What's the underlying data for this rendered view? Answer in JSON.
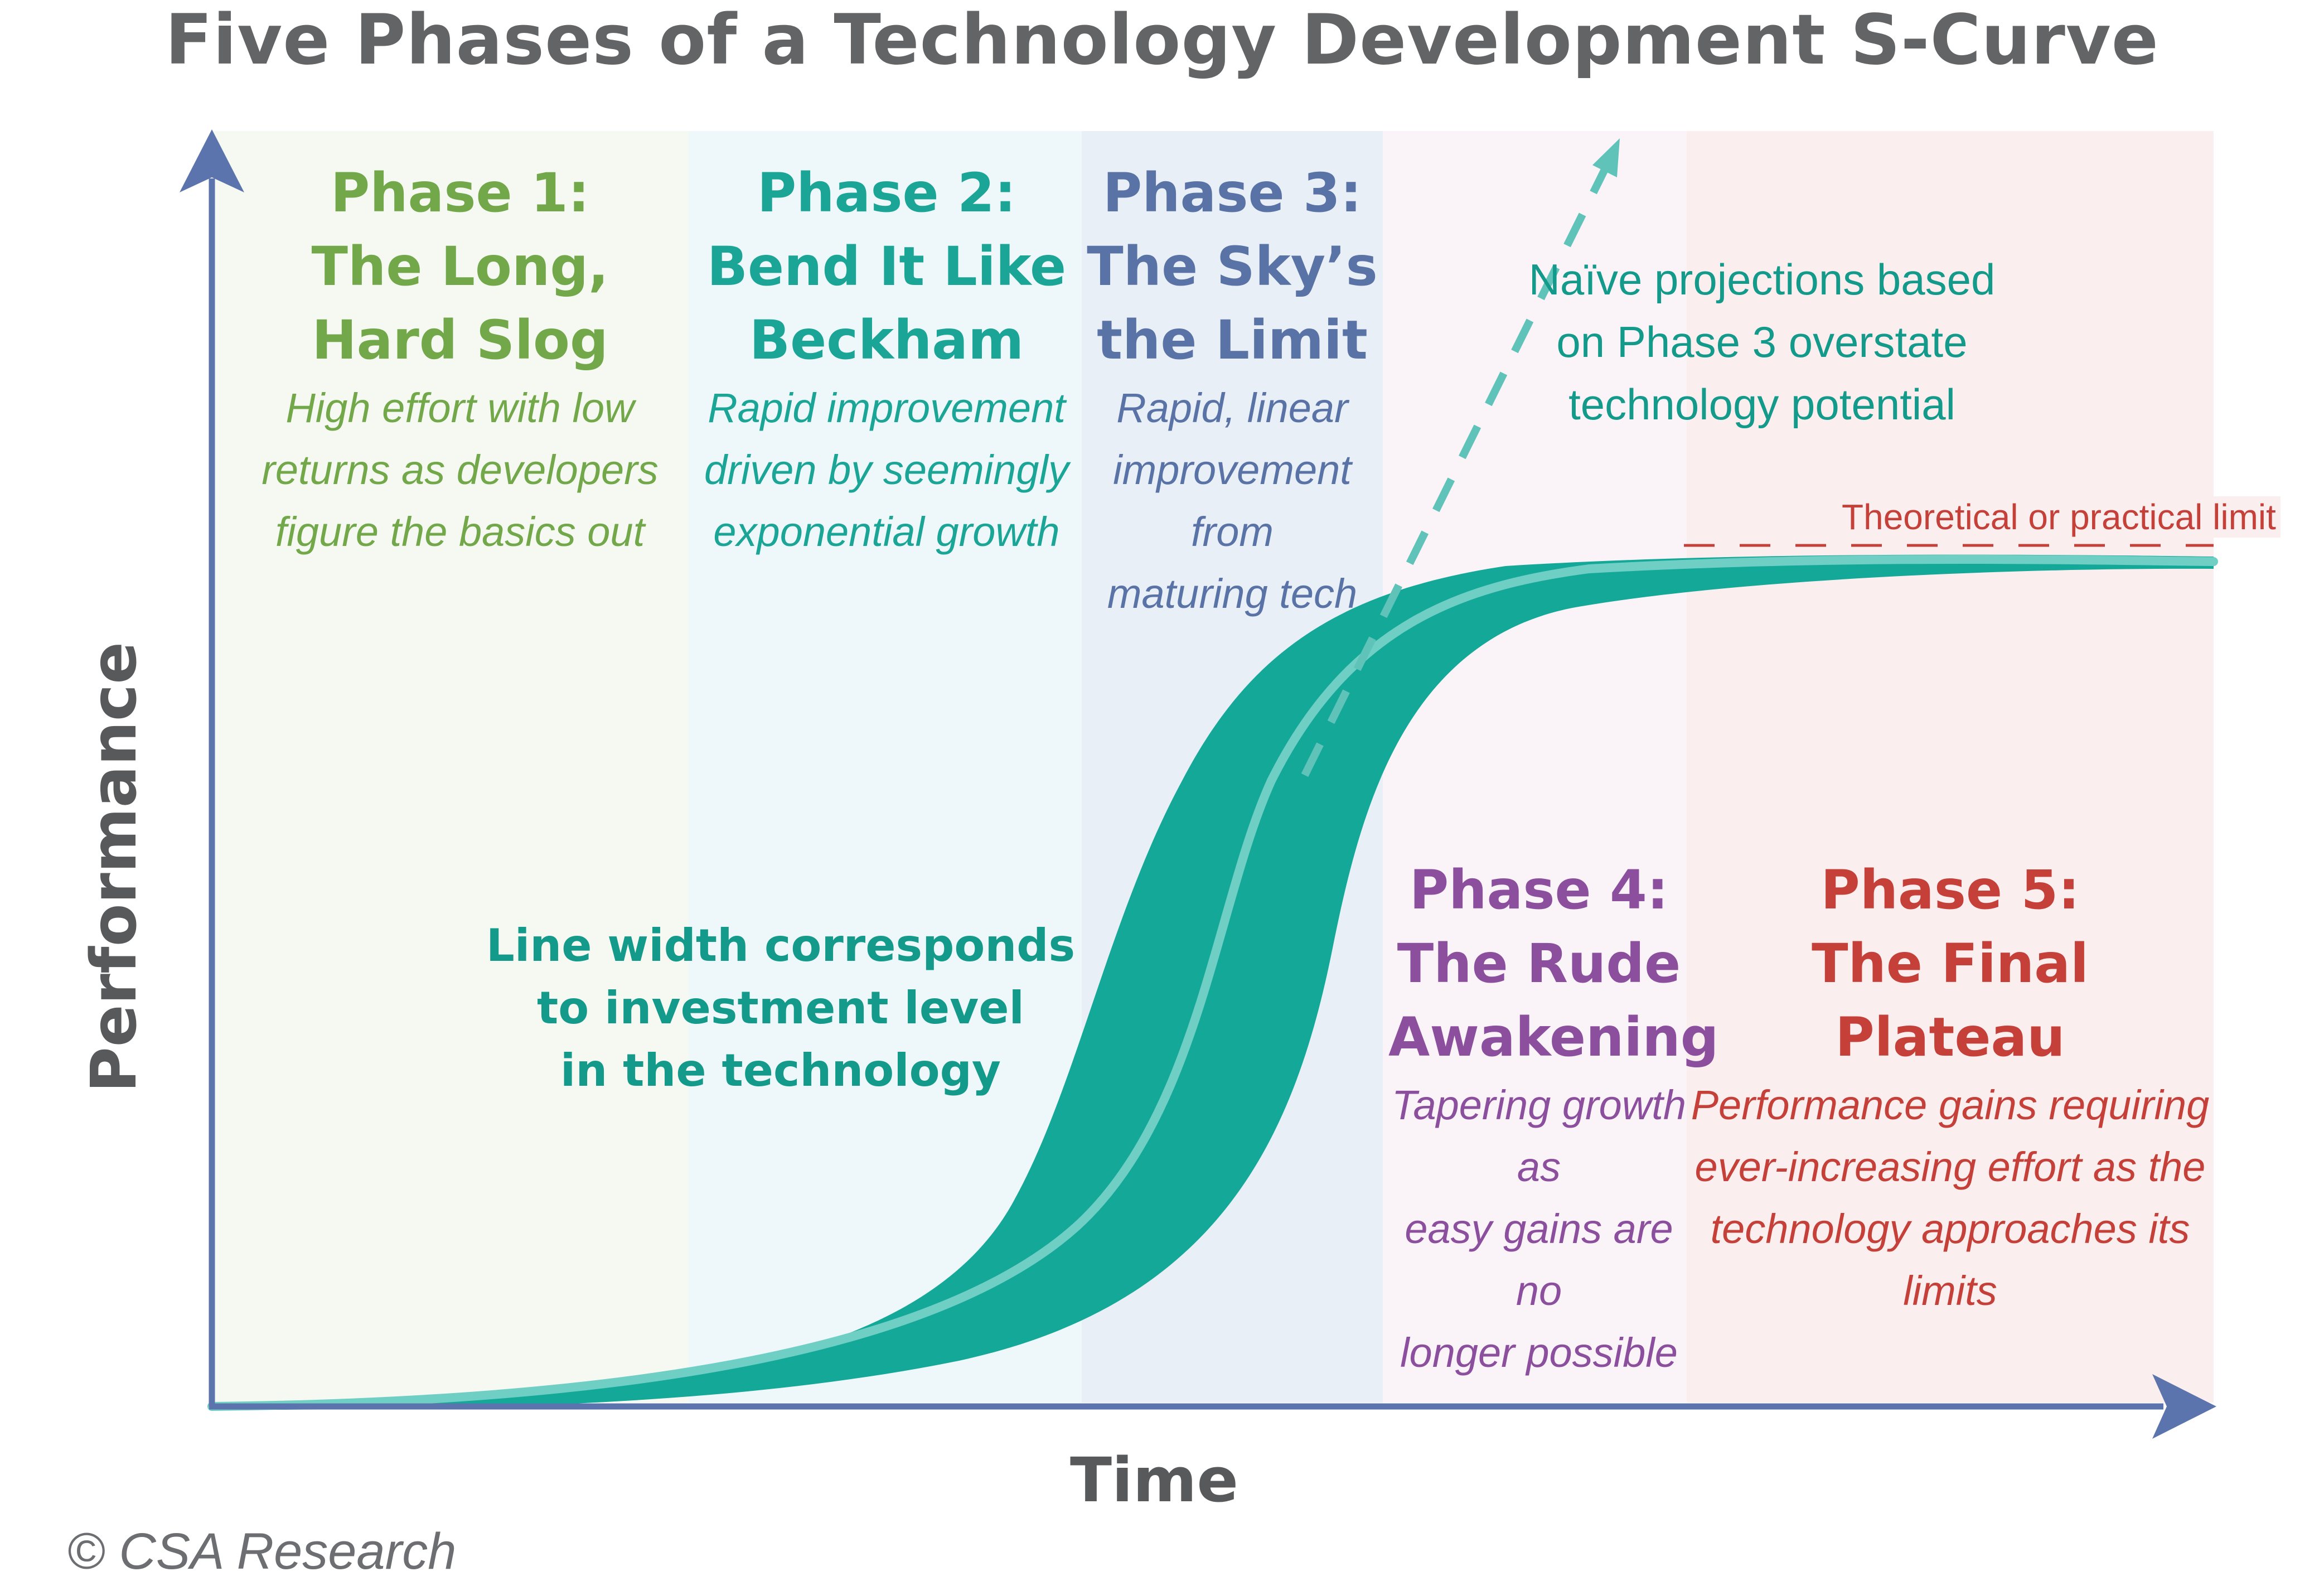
{
  "title": "Five Phases of a Technology Development S-Curve",
  "axes": {
    "y_label": "Performance",
    "x_label": "Time"
  },
  "colors": {
    "axis": "#5b74ad",
    "curve_band": "#14a898",
    "curve_line": "#6fcfc4",
    "projection": "#5fc3b9",
    "limit": "#c6403a",
    "phase1": "#73a84a",
    "phase2": "#1aa597",
    "phase3": "#5a73a6",
    "phase4": "#8b4f9e",
    "phase5": "#c6403a",
    "bg1": "#f5f9f2",
    "bg2": "#eef7f9",
    "bg3": "#e9eff7",
    "bg4": "#faf4f9",
    "bg5": "#fbeeee"
  },
  "phases": [
    {
      "head_lines": [
        "Phase 1:",
        "The Long,",
        "Hard Slog"
      ],
      "desc_lines": [
        "High effort with low",
        "returns as developers",
        "figure the basics out"
      ]
    },
    {
      "head_lines": [
        "Phase 2:",
        "Bend It Like",
        "Beckham"
      ],
      "desc_lines": [
        "Rapid improvement",
        "driven by seemingly",
        "exponential growth"
      ]
    },
    {
      "head_lines": [
        "Phase 3:",
        "The Sky’s",
        "the Limit"
      ],
      "desc_lines": [
        "Rapid, linear",
        "improvement from",
        "maturing tech"
      ]
    },
    {
      "head_lines": [
        "Phase 4:",
        "The Rude",
        "Awakening"
      ],
      "desc_lines": [
        "Tapering growth as",
        "easy gains are no",
        "longer possible"
      ]
    },
    {
      "head_lines": [
        "Phase 5:",
        "The Final Plateau"
      ],
      "desc_lines": [
        "Performance gains requiring",
        "ever-increasing effort as the",
        "technology approaches its limits"
      ]
    }
  ],
  "annotations": {
    "projection_lines": [
      "Naïve projections based",
      "on Phase 3 overstate",
      "technology potential"
    ],
    "limit_label": "Theoretical or practical limit",
    "width_note_lines": [
      "Line width corresponds",
      "to investment level",
      "in the technology"
    ]
  },
  "credit": "© CSA Research"
}
